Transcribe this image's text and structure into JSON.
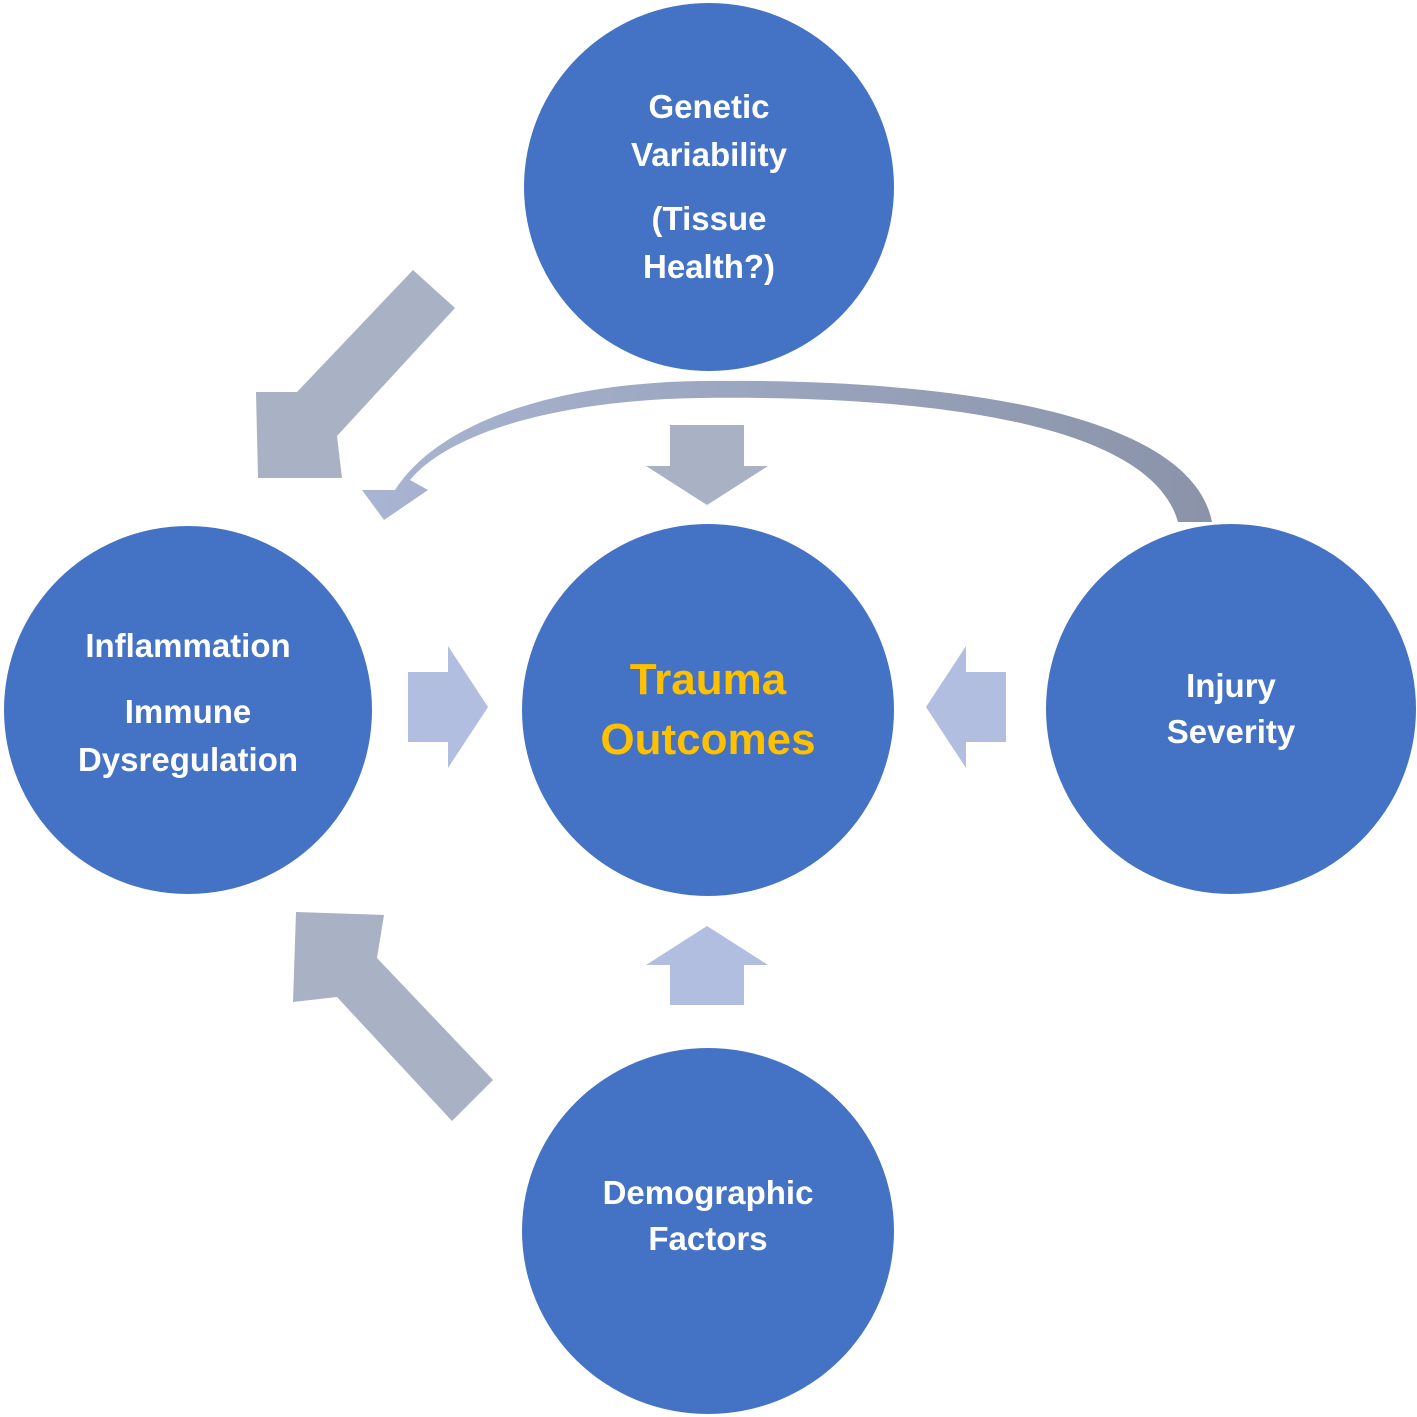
{
  "colors": {
    "node_fill": "#4472c4",
    "node_text": "#ffffff",
    "center_text": "#ffc000",
    "arrow_gray": "#a9b1c5",
    "arrow_light": "#b1bedf",
    "curve_arrow_start": "#a8b4d1",
    "curve_arrow_end": "#8a93a8"
  },
  "nodes": {
    "genetic": {
      "lines": [
        "Genetic",
        "Variability",
        "(Tissue",
        "Health?)"
      ]
    },
    "inflammation": {
      "lines": [
        "Inflammation",
        "Immune",
        "Dysregulation"
      ]
    },
    "outcomes": {
      "lines": [
        "Trauma",
        "Outcomes"
      ]
    },
    "injury": {
      "lines": [
        "Injury",
        "Severity"
      ]
    },
    "demographic": {
      "lines": [
        "Demographic",
        "Factors"
      ]
    }
  },
  "connections": [
    {
      "from": "Genetic Variability",
      "to": "Trauma Outcomes",
      "style": "block-arrow"
    },
    {
      "from": "Genetic Variability",
      "to": "Inflammation Immune Dysregulation",
      "style": "block-arrow"
    },
    {
      "from": "Inflammation Immune Dysregulation",
      "to": "Trauma Outcomes",
      "style": "block-arrow"
    },
    {
      "from": "Injury Severity",
      "to": "Trauma Outcomes",
      "style": "block-arrow"
    },
    {
      "from": "Injury Severity",
      "to": "Inflammation Immune Dysregulation",
      "style": "curved-arrow"
    },
    {
      "from": "Demographic Factors",
      "to": "Trauma Outcomes",
      "style": "block-arrow"
    },
    {
      "from": "Demographic Factors",
      "to": "Inflammation Immune Dysregulation",
      "style": "block-arrow"
    }
  ]
}
